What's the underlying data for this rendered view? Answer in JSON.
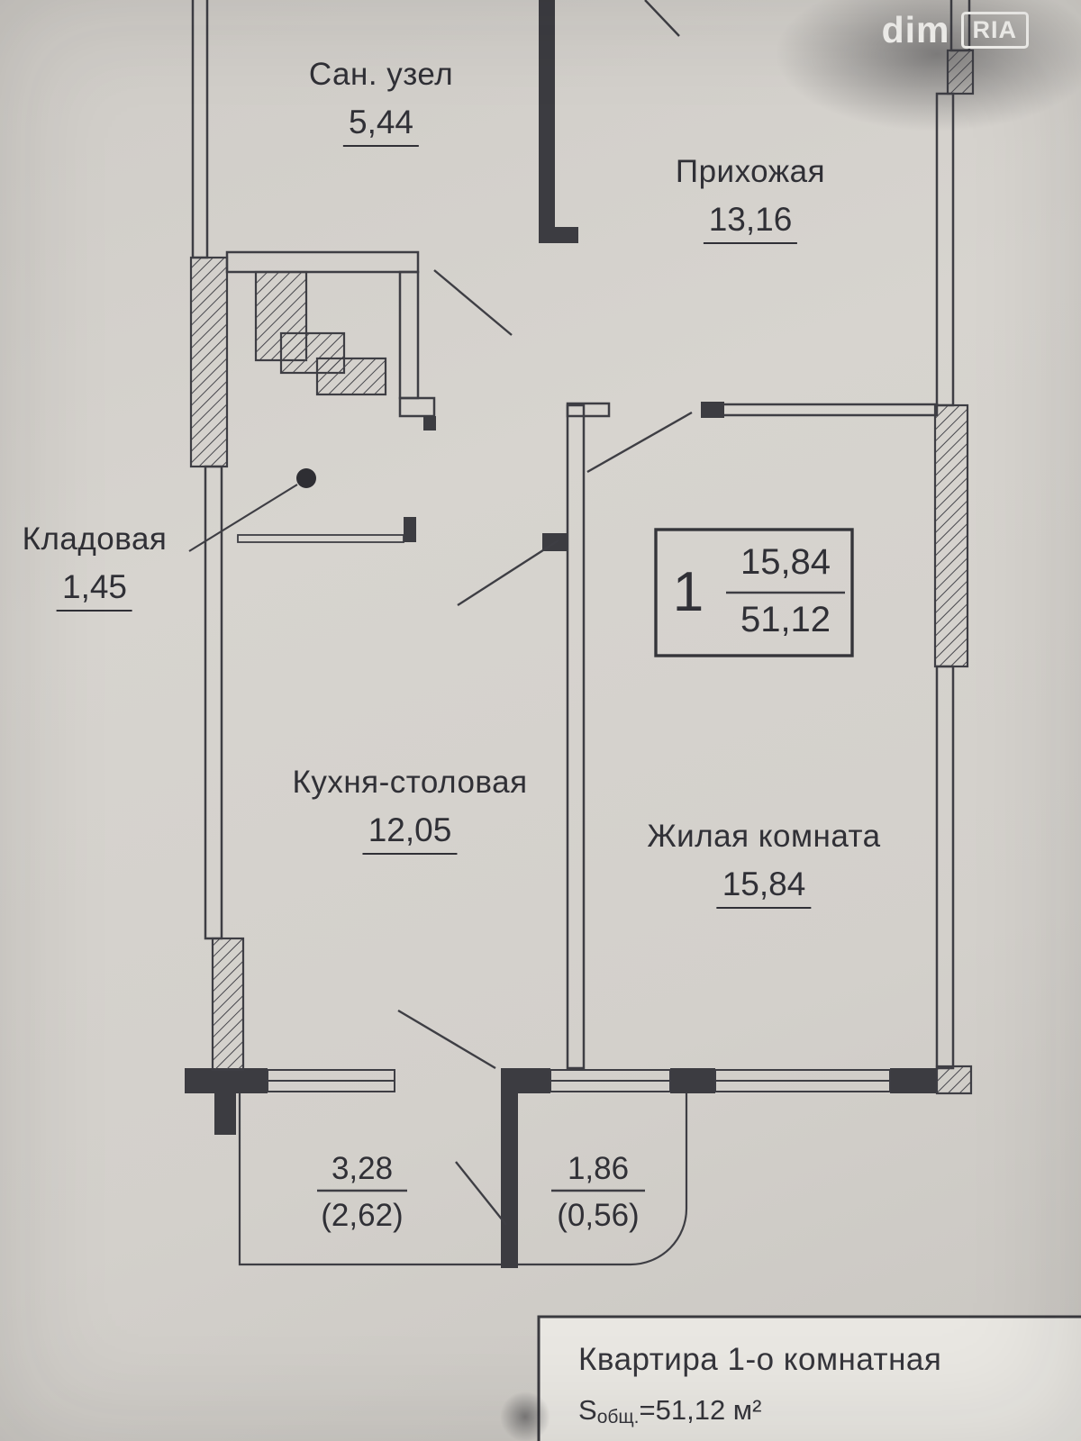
{
  "watermark": {
    "dim": "dim",
    "ria": "RIA"
  },
  "rooms": {
    "san_uzel": {
      "name": "Сан. узел",
      "area": "5,44"
    },
    "prihozhaya": {
      "name": "Прихожая",
      "area": "13,16"
    },
    "kladovaya": {
      "name": "Кладовая",
      "area": "1,45"
    },
    "kuhnya": {
      "name": "Кухня-столовая",
      "area": "12,05"
    },
    "zhilaya": {
      "name": "Жилая комната",
      "area": "15,84"
    }
  },
  "stamp": {
    "rooms": "1",
    "living_area": "15,84",
    "total_area": "51,12"
  },
  "balconies": {
    "left": {
      "full": "3,28",
      "reduced": "(2,62)"
    },
    "right": {
      "full": "1,86",
      "reduced": "(0,56)"
    }
  },
  "title_block": {
    "line1": "Квартира 1-о комнатная",
    "s": "S",
    "s_sub": "общ.",
    "s_value": "=51,12 м²"
  },
  "colors": {
    "paper": "#d3d0cb",
    "ink": "#3e3e44",
    "accent_white": "#f3f2ef"
  }
}
